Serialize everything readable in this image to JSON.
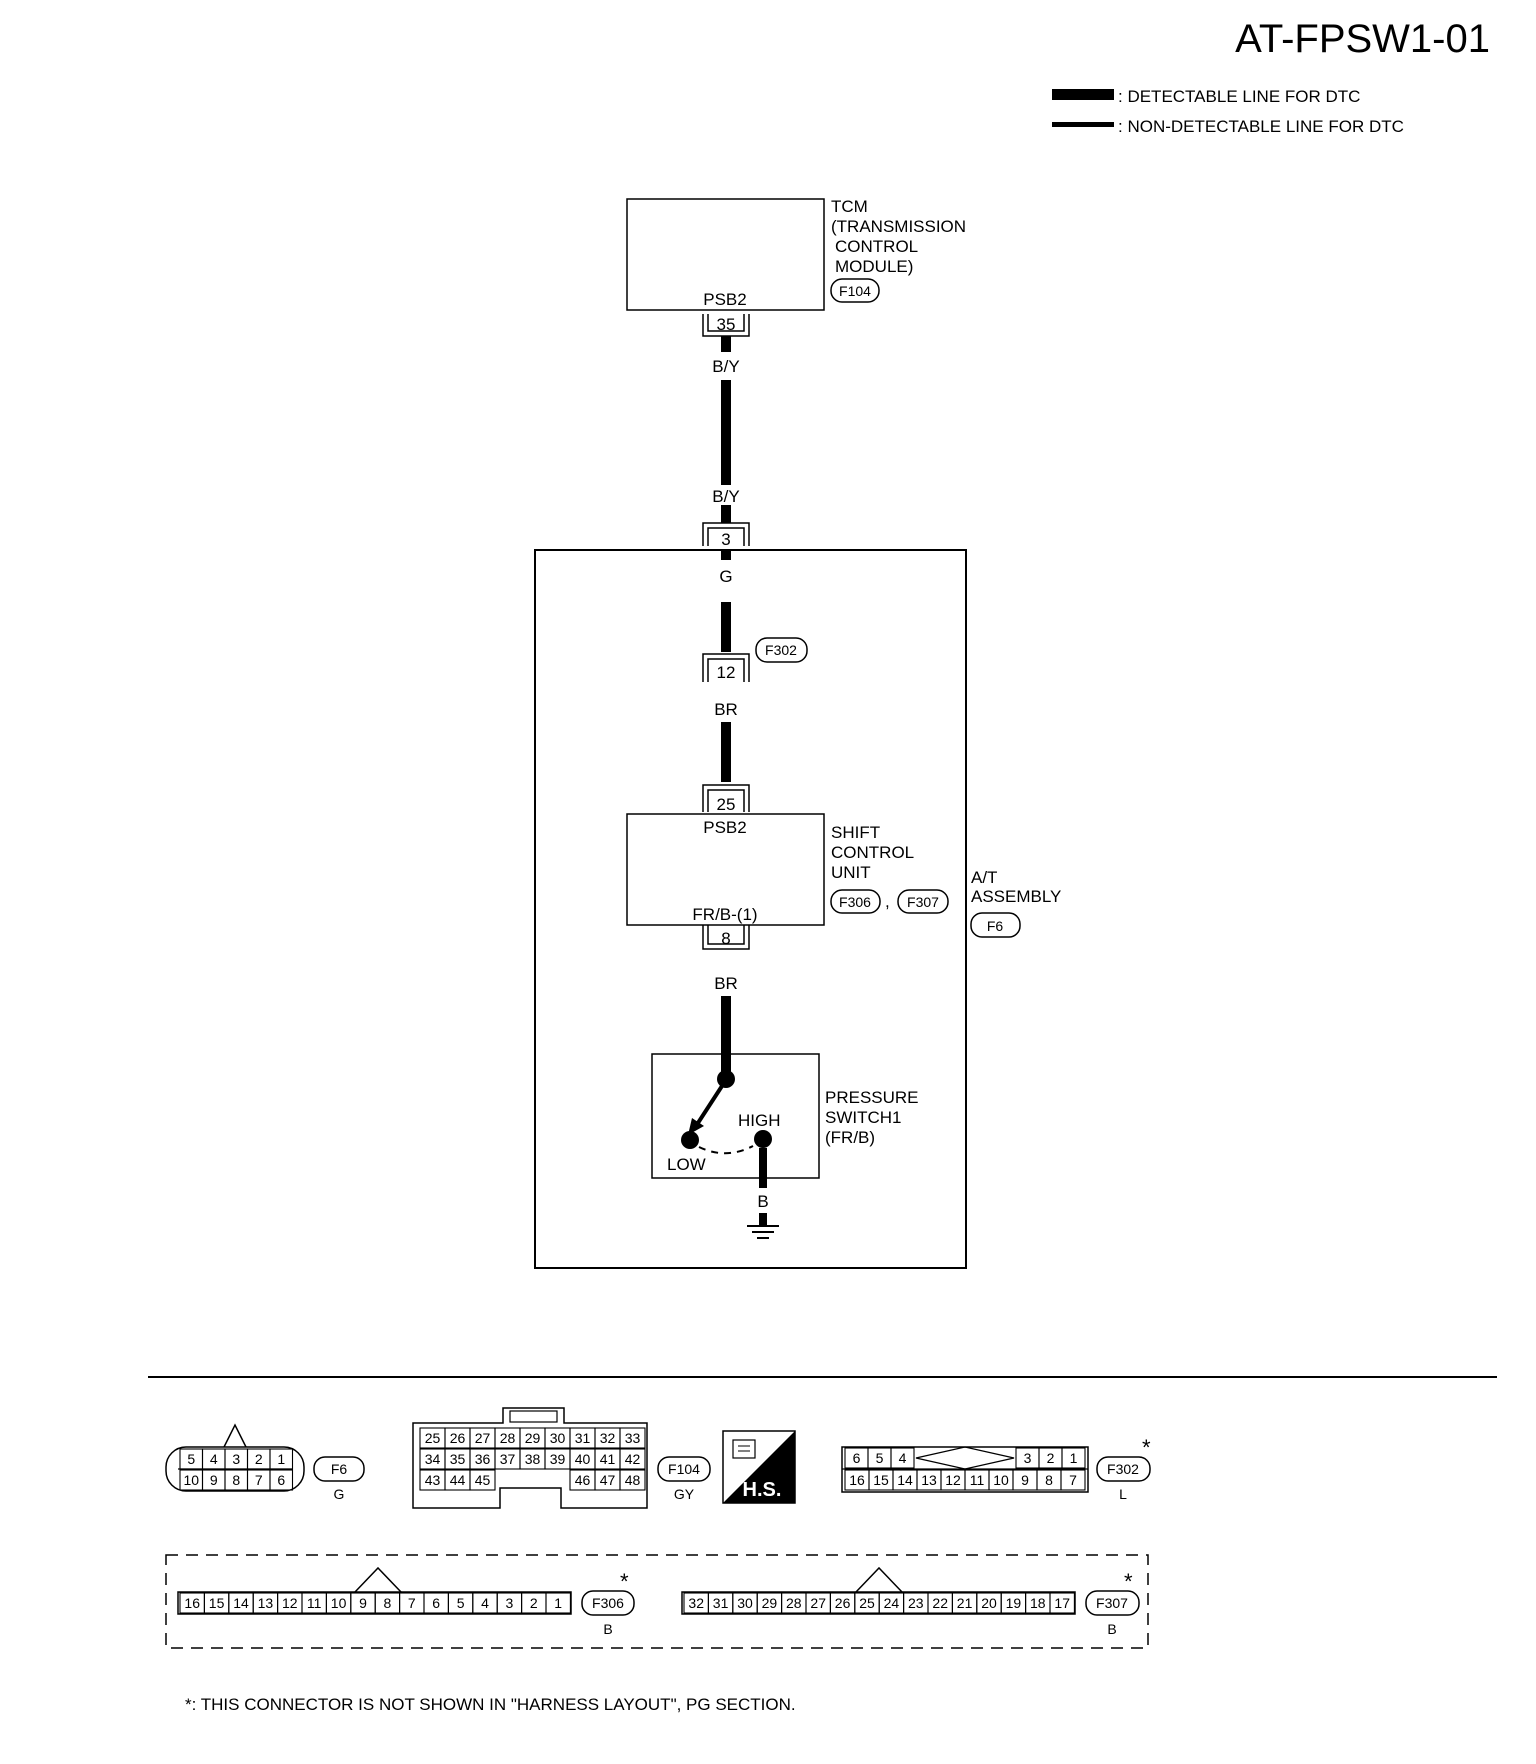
{
  "title": "AT-FPSW1-01",
  "legend": {
    "detectable": ": DETECTABLE LINE FOR DTC",
    "non_detectable": ": NON-DETECTABLE LINE FOR DTC"
  },
  "tcm": {
    "label_lines": [
      "TCM",
      "(TRANSMISSION",
      "CONTROL",
      "MODULE)"
    ],
    "connector": "F104",
    "terminal_name": "PSB2",
    "pin": "35"
  },
  "wires": {
    "b_y_top": "B/Y",
    "b_y_bottom": "B/Y",
    "g": "G",
    "br_top": "BR",
    "br_bottom": "BR",
    "b": "B"
  },
  "at_assembly": {
    "label_lines": [
      "A/T",
      "ASSEMBLY"
    ],
    "connector": "F6",
    "pin": "3"
  },
  "f302_link": {
    "connector": "F302",
    "pin": "12"
  },
  "shift_control_unit": {
    "label_lines": [
      "SHIFT",
      "CONTROL",
      "UNIT"
    ],
    "connectors": [
      "F306",
      "F307"
    ],
    "separator": ",",
    "top_terminal_name": "PSB2",
    "top_pin": "25",
    "bottom_terminal_name": "FR/B-(1)",
    "bottom_pin": "8"
  },
  "pressure_switch": {
    "label_lines": [
      "PRESSURE",
      "SWITCH1",
      "(FR/B)"
    ],
    "low": "LOW",
    "high": "HIGH"
  },
  "connectors": {
    "f6": {
      "id": "F6",
      "color": "G",
      "row1": [
        "5",
        "4",
        "3",
        "2",
        "1"
      ],
      "row2": [
        "10",
        "9",
        "8",
        "7",
        "6"
      ]
    },
    "f104": {
      "id": "F104",
      "color": "GY",
      "row1": [
        "25",
        "26",
        "27",
        "28",
        "29",
        "30",
        "31",
        "32",
        "33"
      ],
      "row2": [
        "34",
        "35",
        "36",
        "37",
        "38",
        "39",
        "40",
        "41",
        "42"
      ],
      "row3_left": [
        "43",
        "44",
        "45"
      ],
      "row3_right": [
        "46",
        "47",
        "48"
      ]
    },
    "hs_label": "H.S.",
    "f302": {
      "id": "F302",
      "color": "L",
      "star": "*",
      "row1_left": [
        "6",
        "5",
        "4"
      ],
      "row1_right": [
        "3",
        "2",
        "1"
      ],
      "row2": [
        "16",
        "15",
        "14",
        "13",
        "12",
        "11",
        "10",
        "9",
        "8",
        "7"
      ]
    },
    "f306": {
      "id": "F306",
      "color": "B",
      "star": "*",
      "row": [
        "16",
        "15",
        "14",
        "13",
        "12",
        "11",
        "10",
        "9",
        "8",
        "7",
        "6",
        "5",
        "4",
        "3",
        "2",
        "1"
      ]
    },
    "f307": {
      "id": "F307",
      "color": "B",
      "star": "*",
      "row": [
        "32",
        "31",
        "30",
        "29",
        "28",
        "27",
        "26",
        "25",
        "24",
        "23",
        "22",
        "21",
        "20",
        "19",
        "18",
        "17"
      ]
    }
  },
  "footnote": "*: THIS CONNECTOR IS NOT SHOWN IN \"HARNESS LAYOUT\", PG SECTION."
}
